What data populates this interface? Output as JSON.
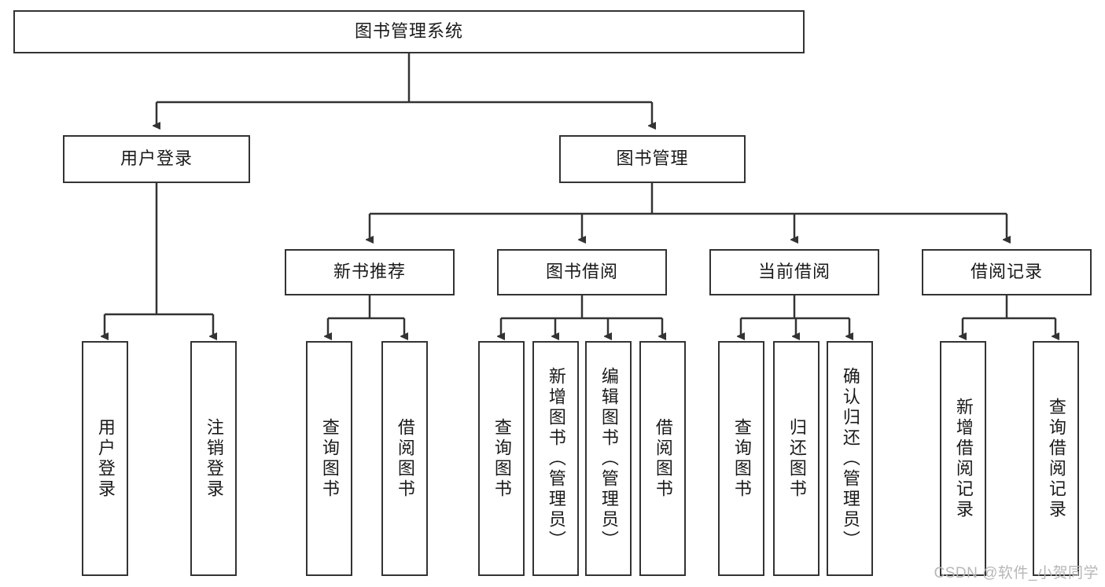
{
  "diagram": {
    "title": "图书管理系统",
    "type": "tree",
    "root": {
      "label": "图书管理系统"
    },
    "level2": [
      {
        "label": "用户登录"
      },
      {
        "label": "图书管理"
      }
    ],
    "level3": [
      {
        "label": "新书推荐"
      },
      {
        "label": "图书借阅"
      },
      {
        "label": "当前借阅"
      },
      {
        "label": "借阅记录"
      }
    ],
    "leaves": {
      "user_login": [
        {
          "label": "用户登录"
        },
        {
          "label": "注销登录"
        }
      ],
      "new_book_recommend": [
        {
          "label": "查询图书"
        },
        {
          "label": "借阅图书"
        }
      ],
      "book_borrow": [
        {
          "label": "查询图书"
        },
        {
          "label": "新增图书（管理员）"
        },
        {
          "label": "编辑图书（管理员）"
        },
        {
          "label": "借阅图书"
        }
      ],
      "current_borrow": [
        {
          "label": "查询图书"
        },
        {
          "label": "归还图书"
        },
        {
          "label": "确认归还（管理员）"
        }
      ],
      "borrow_record": [
        {
          "label": "新增借阅记录"
        },
        {
          "label": "查询借阅记录"
        }
      ]
    }
  },
  "watermark": {
    "text": "CSDN @软件_小贺同学"
  },
  "colors": {
    "stroke": "#333333",
    "background": "#ffffff",
    "text": "#1a1a1a",
    "watermark": "#b7b7b7"
  }
}
